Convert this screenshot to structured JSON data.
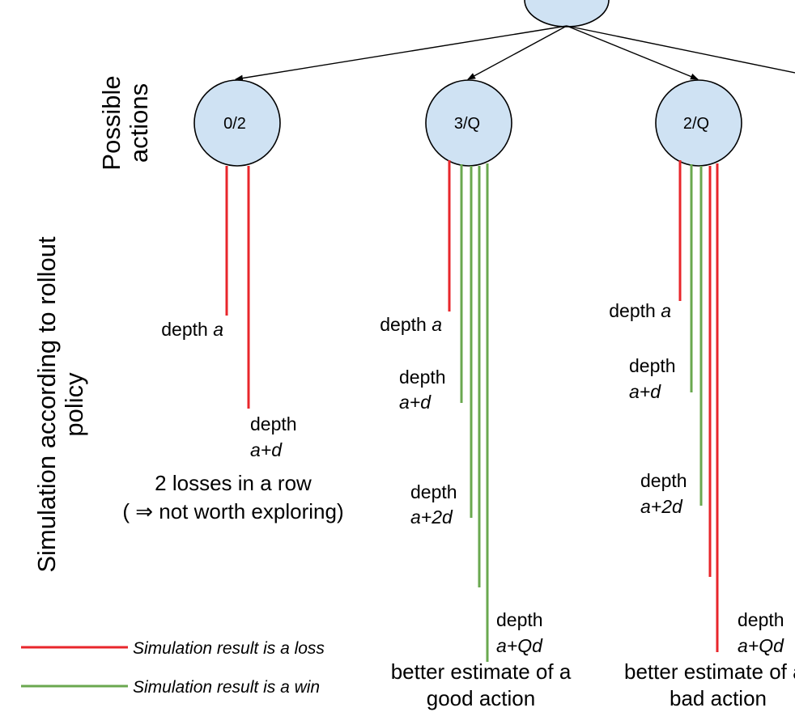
{
  "axis_labels": {
    "actions_line1": "Possible",
    "actions_line2": "actions",
    "sim_line1": "Simulation according to rollout",
    "sim_line2": "policy"
  },
  "nodes": {
    "left": "0/2",
    "middle": "3/Q",
    "right": "2/Q"
  },
  "left_branch": {
    "depth_a_word": "depth ",
    "depth_a_var": "a",
    "depth_ad_word": "depth",
    "depth_ad_var": "a+d",
    "note_line1": "2 losses in a row",
    "note_line2": "( ⇒ not worth exploring)"
  },
  "middle_branch": {
    "depth_a_word": "depth ",
    "depth_a_var": "a",
    "depth_ad_word": "depth",
    "depth_ad_var": "a+d",
    "depth_a2d_word": "depth",
    "depth_a2d_var": "a+2d",
    "depth_aqd_word": "depth",
    "depth_aqd_var": "a+Qd",
    "note_line1": "better estimate of a",
    "note_line2": "good action"
  },
  "right_branch": {
    "depth_a_word": "depth ",
    "depth_a_var": "a",
    "depth_ad_word": "depth",
    "depth_ad_var": "a+d",
    "depth_a2d_word": "depth",
    "depth_a2d_var": "a+2d",
    "depth_aqd_word": "depth",
    "depth_aqd_var": "a+Qd",
    "note_line1": "better estimate of a",
    "note_line2": "bad action"
  },
  "legend": {
    "loss": "Simulation result is a loss",
    "win": "Simulation result is a win"
  },
  "colors": {
    "loss": "#e8262b",
    "win": "#6aa84f",
    "node_fill": "#cfe2f3"
  }
}
